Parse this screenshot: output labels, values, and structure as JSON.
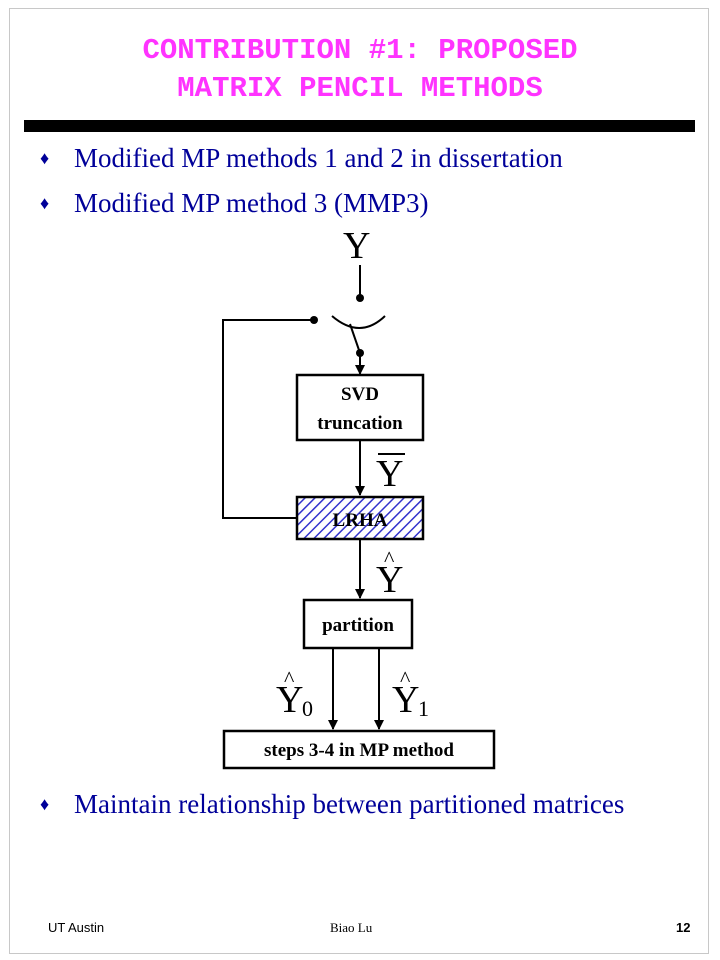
{
  "slide": {
    "title_line1": "CONTRIBUTION #1: PROPOSED",
    "title_line2": "MATRIX PENCIL METHODS",
    "bullet_marker": "♦",
    "bullets": [
      "Modified MP methods 1 and 2 in dissertation",
      "Modified MP method 3 (MMP3)",
      "Maintain relationship between partitioned matrices"
    ]
  },
  "diagram": {
    "input_symbol": "Y",
    "svd_line1": "SVD",
    "svd_line2": "truncation",
    "ybar_symbol": "Y",
    "lrha_label": "LRHA",
    "yhat_symbol": "Y",
    "partition_label": "partition",
    "y0_symbol": "Y",
    "y0_sub": "0",
    "y1_symbol": "Y",
    "y1_sub": "1",
    "hat_mark": "^",
    "steps_label": "steps 3-4 in MP method"
  },
  "footer": {
    "left": "UT Austin",
    "center": "Biao Lu",
    "page": "12"
  },
  "colors": {
    "title": "#ff33ff",
    "bullet_text": "#000099",
    "hatch": "#3333cc"
  }
}
